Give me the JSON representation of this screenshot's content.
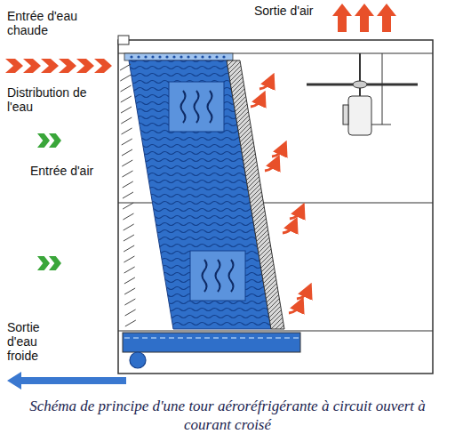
{
  "diagram": {
    "caption": "Schéma de principe d'une tour aéroréfrigérante à circuit ouvert à courant croisé",
    "labels": [
      "Entrée d'eau chaude",
      "Sortie d'air",
      "Distribution de l'eau",
      "Entrée d'air",
      "Sortie d'eau froide"
    ]
  }
}
